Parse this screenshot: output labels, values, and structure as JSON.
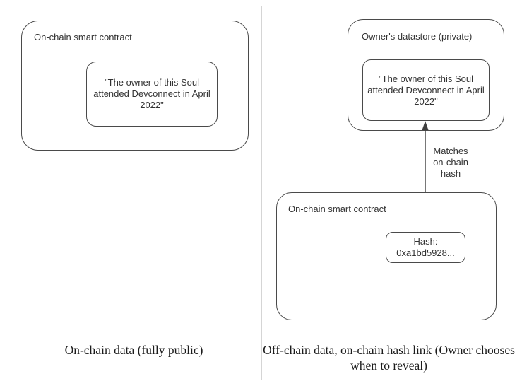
{
  "colors": {
    "table_border": "#d5d5d5",
    "box_stroke": "#4a4a4a",
    "diagram_text": "#333333",
    "caption_text": "#1c1c1c",
    "arrow": "#3f3f3f",
    "bg": "#ffffff"
  },
  "left_cell": {
    "contract_box_label": "On-chain smart contract",
    "claim_lines": [
      "\"The owner of this Soul",
      "attended Devconnect in April",
      "2022\""
    ],
    "caption": "On-chain data (fully public)"
  },
  "right_cell": {
    "datastore_box_label": "Owner's datastore (private)",
    "claim_lines": [
      "\"The owner of this Soul",
      "attended Devconnect in April",
      "2022\""
    ],
    "arrow_label_lines": [
      "Matches",
      "on-chain",
      "hash"
    ],
    "contract_box_label": "On-chain smart contract",
    "hash_lines": [
      "Hash:",
      "0xa1bd5928..."
    ],
    "caption_lines": [
      "Off-chain data, on-chain hash link (Owner chooses",
      "when to reveal)"
    ]
  }
}
